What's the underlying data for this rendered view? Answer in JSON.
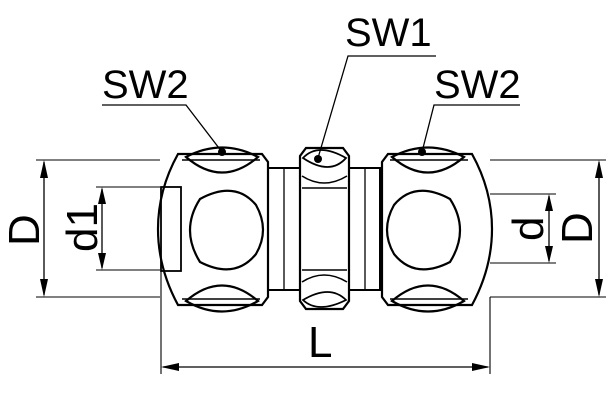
{
  "labels": {
    "sw1": "SW1",
    "sw2_left": "SW2",
    "sw2_right": "SW2",
    "dim_D_left": "D",
    "dim_d1": "d1",
    "dim_d": "d",
    "dim_D_right": "D",
    "dim_L": "L"
  },
  "colors": {
    "line": "#000000",
    "background": "#ffffff"
  }
}
